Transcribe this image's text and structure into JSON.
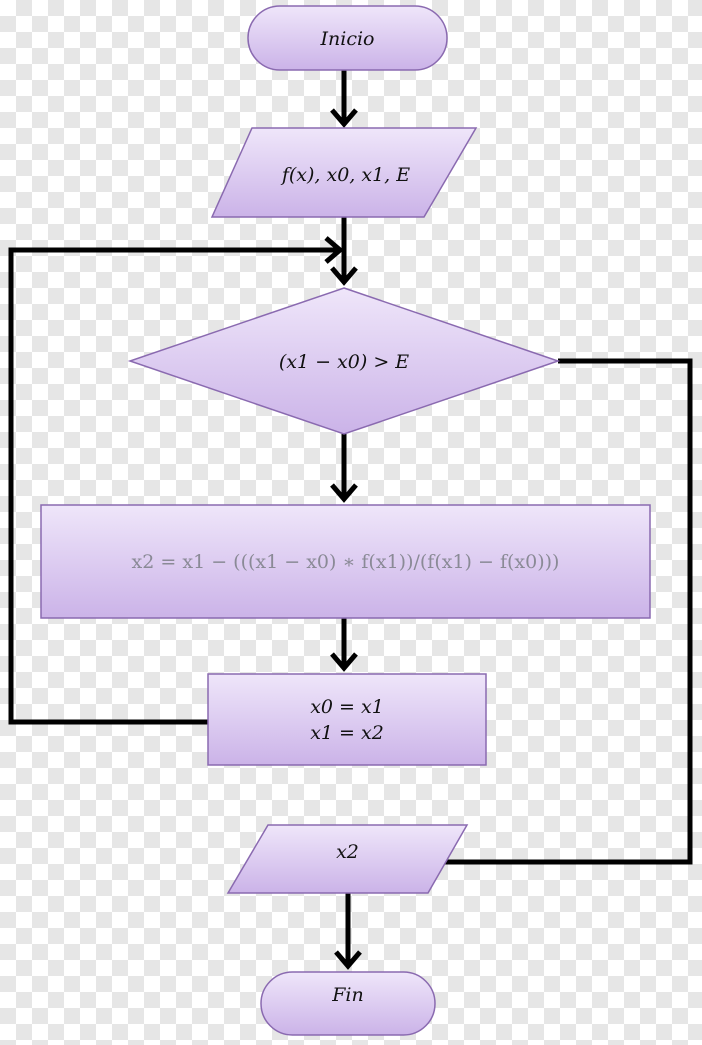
{
  "nodes": {
    "start": "Inicio",
    "input": "f(x), x0, x1, E",
    "decision": "(x1 − x0) > E",
    "formula": "x2 = x1 − (((x1 − x0) ∗ f(x1))/(f(x1) − f(x0)))",
    "update_line1": "x0 = x1",
    "update_line2": "x1 = x2",
    "output": "x2",
    "end": "Fin"
  },
  "colors": {
    "fill_top": "#efe6fa",
    "fill_bottom": "#cbb3e8",
    "stroke": "#8a6ab0",
    "connector": "#000000"
  }
}
